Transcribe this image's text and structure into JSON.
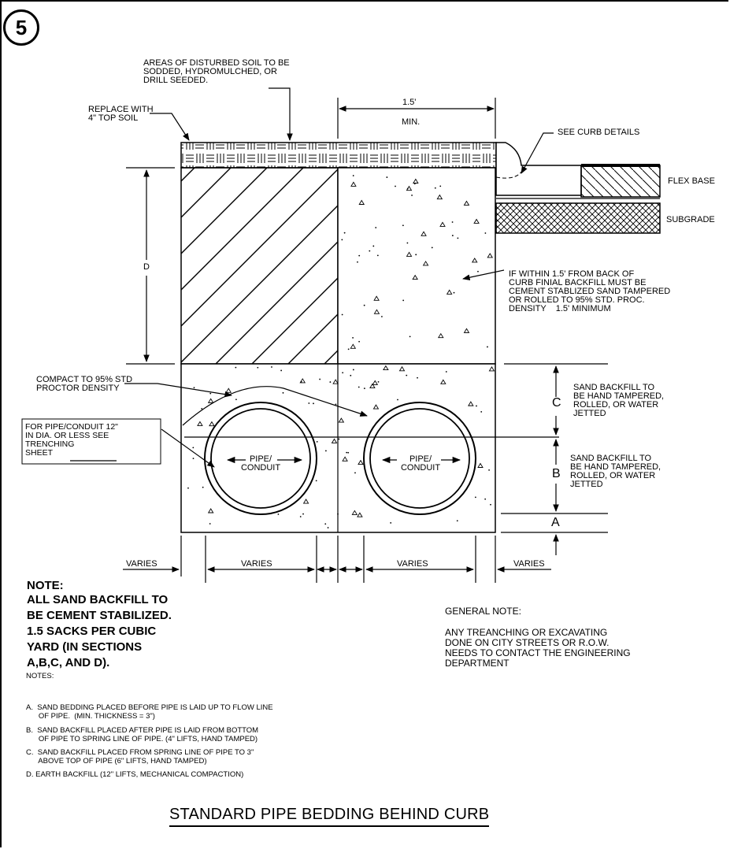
{
  "detail_number": "5",
  "labels": {
    "disturbed_soil": "AREAS OF DISTURBED SOIL TO BE\nSODDED, HYDROMULCHED, OR\nDRILL SEEDED.",
    "replace_topsoil": "REPLACE WITH\n4\" TOP SOIL",
    "width_dim": "1.5'",
    "width_min": "MIN.",
    "see_curb": "SEE CURB DETAILS",
    "flex_base": "FLEX BASE",
    "subgrade": "SUBGRADE",
    "dim_d": "D",
    "curb_backfill": "IF WITHIN 1.5' FROM BACK OF\nCURB FINIAL BACKFILL MUST BE\nCEMENT STABLIZED SAND TAMPERED\nOR ROLLED TO 95% STD. PROC.\nDENSITY    1.5' MINIMUM",
    "compact": "COMPACT TO 95% STD\nPROCTOR DENSITY",
    "small_pipe": "FOR PIPE/CONDUIT 12\"\nIN DIA. OR LESS SEE\nTRENCHING\nSHEET",
    "pipe1": "PIPE/\nCONDUIT",
    "pipe2": "PIPE/\nCONDUIT",
    "dim_c": "C",
    "dim_b": "B",
    "dim_a": "A",
    "sand_c": "SAND BACKFILL TO\nBE HAND TAMPERED,\nROLLED, OR WATER\nJETTED",
    "sand_b": "SAND BACKFILL TO\nBE HAND TAMPERED,\nROLLED, OR WATER\nJETTED",
    "varies": [
      "VARIES",
      "VARIES",
      "VARIES",
      "VARIES"
    ]
  },
  "note": {
    "heading": "NOTE:",
    "body": "ALL SAND BACKFILL TO\nBE CEMENT STABILIZED.\n1.5 SACKS PER CUBIC\nYARD (IN SECTIONS\nA,B,C, AND D)."
  },
  "general_note": {
    "heading": "GENERAL NOTE:",
    "body": "ANY TREANCHING OR EXCAVATING\nDONE ON CITY STREETS OR R.O.W.\nNEEDS TO CONTACT THE ENGINEERING\nDEPARTMENT"
  },
  "notes": {
    "heading": "NOTES:",
    "items": [
      "A.  SAND BEDDING PLACED BEFORE PIPE IS LAID UP TO FLOW LINE\n      OF PIPE.  (MIN. THICKNESS = 3\")",
      "B.  SAND BACKFILL PLACED AFTER PIPE IS LAID FROM BOTTOM\n      OF PIPE TO SPRING LINE OF PIPE. (4\" LIFTS, HAND TAMPED)",
      "C.  SAND BACKFILL PLACED FROM SPRING LINE OF PIPE TO 3\"\n      ABOVE TOP OF PIPE (6\" LIFTS, HAND TAMPED)",
      "D. EARTH BACKFILL (12\" LIFTS, MECHANICAL COMPACTION)"
    ]
  },
  "title": "STANDARD PIPE BEDDING BEHIND CURB"
}
